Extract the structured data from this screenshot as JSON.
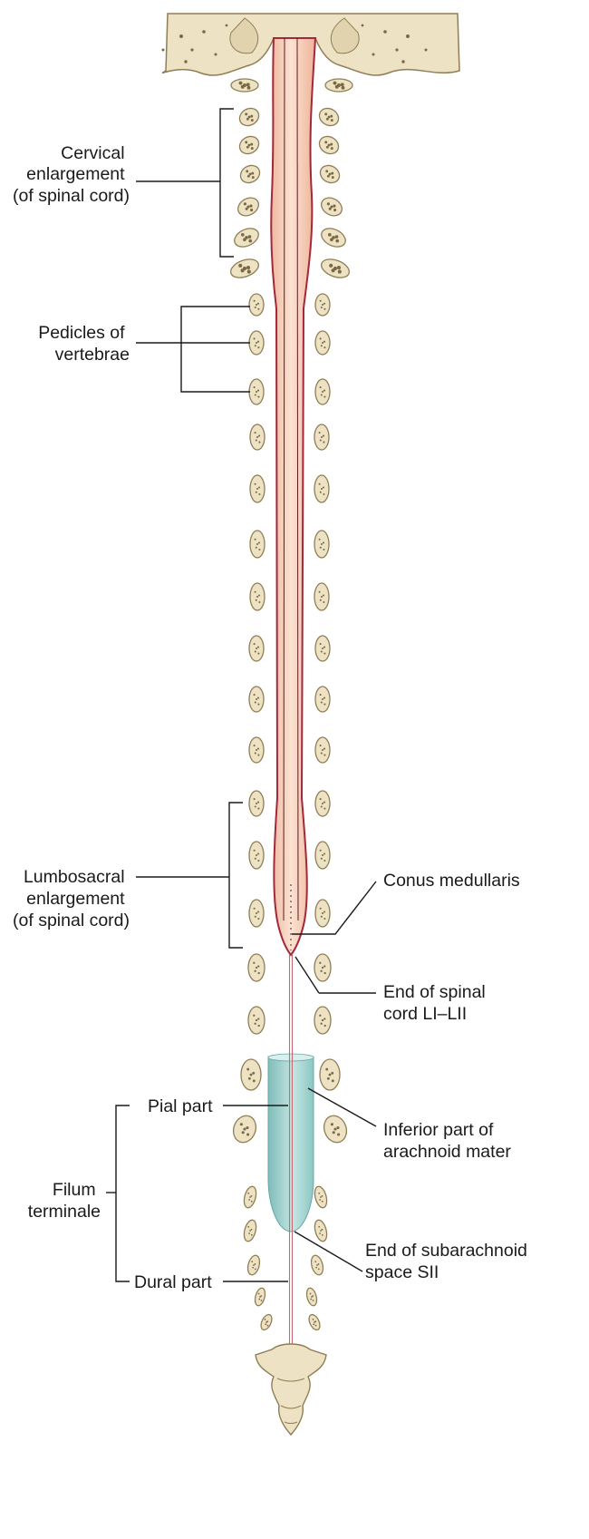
{
  "labels": {
    "cervical": [
      "Cervical",
      "enlargement",
      "(of spinal cord)"
    ],
    "pedicles": [
      "Pedicles of",
      "vertebrae"
    ],
    "lumbosacral": [
      "Lumbosacral",
      "enlargement",
      "(of spinal cord)"
    ],
    "conus": "Conus medullaris",
    "end_cord": [
      "End of spinal",
      "cord LI–LII"
    ],
    "pial": "Pial part",
    "arachnoid": [
      "Inferior part of",
      "arachnoid mater"
    ],
    "filum": [
      "Filum",
      "terminale"
    ],
    "subarachnoid": [
      "End of subarachnoid",
      "space SII"
    ],
    "dural": "Dural part"
  },
  "colors": {
    "bone_fill": "#ede3c4",
    "bone_outline": "#8f7e55",
    "bone_texture": "#7a6a44",
    "cord_fill": "#f6d2bd",
    "cord_outline": "#a3283a",
    "sac_fill": "#9ccfcc",
    "line": "#1a1a1a"
  }
}
